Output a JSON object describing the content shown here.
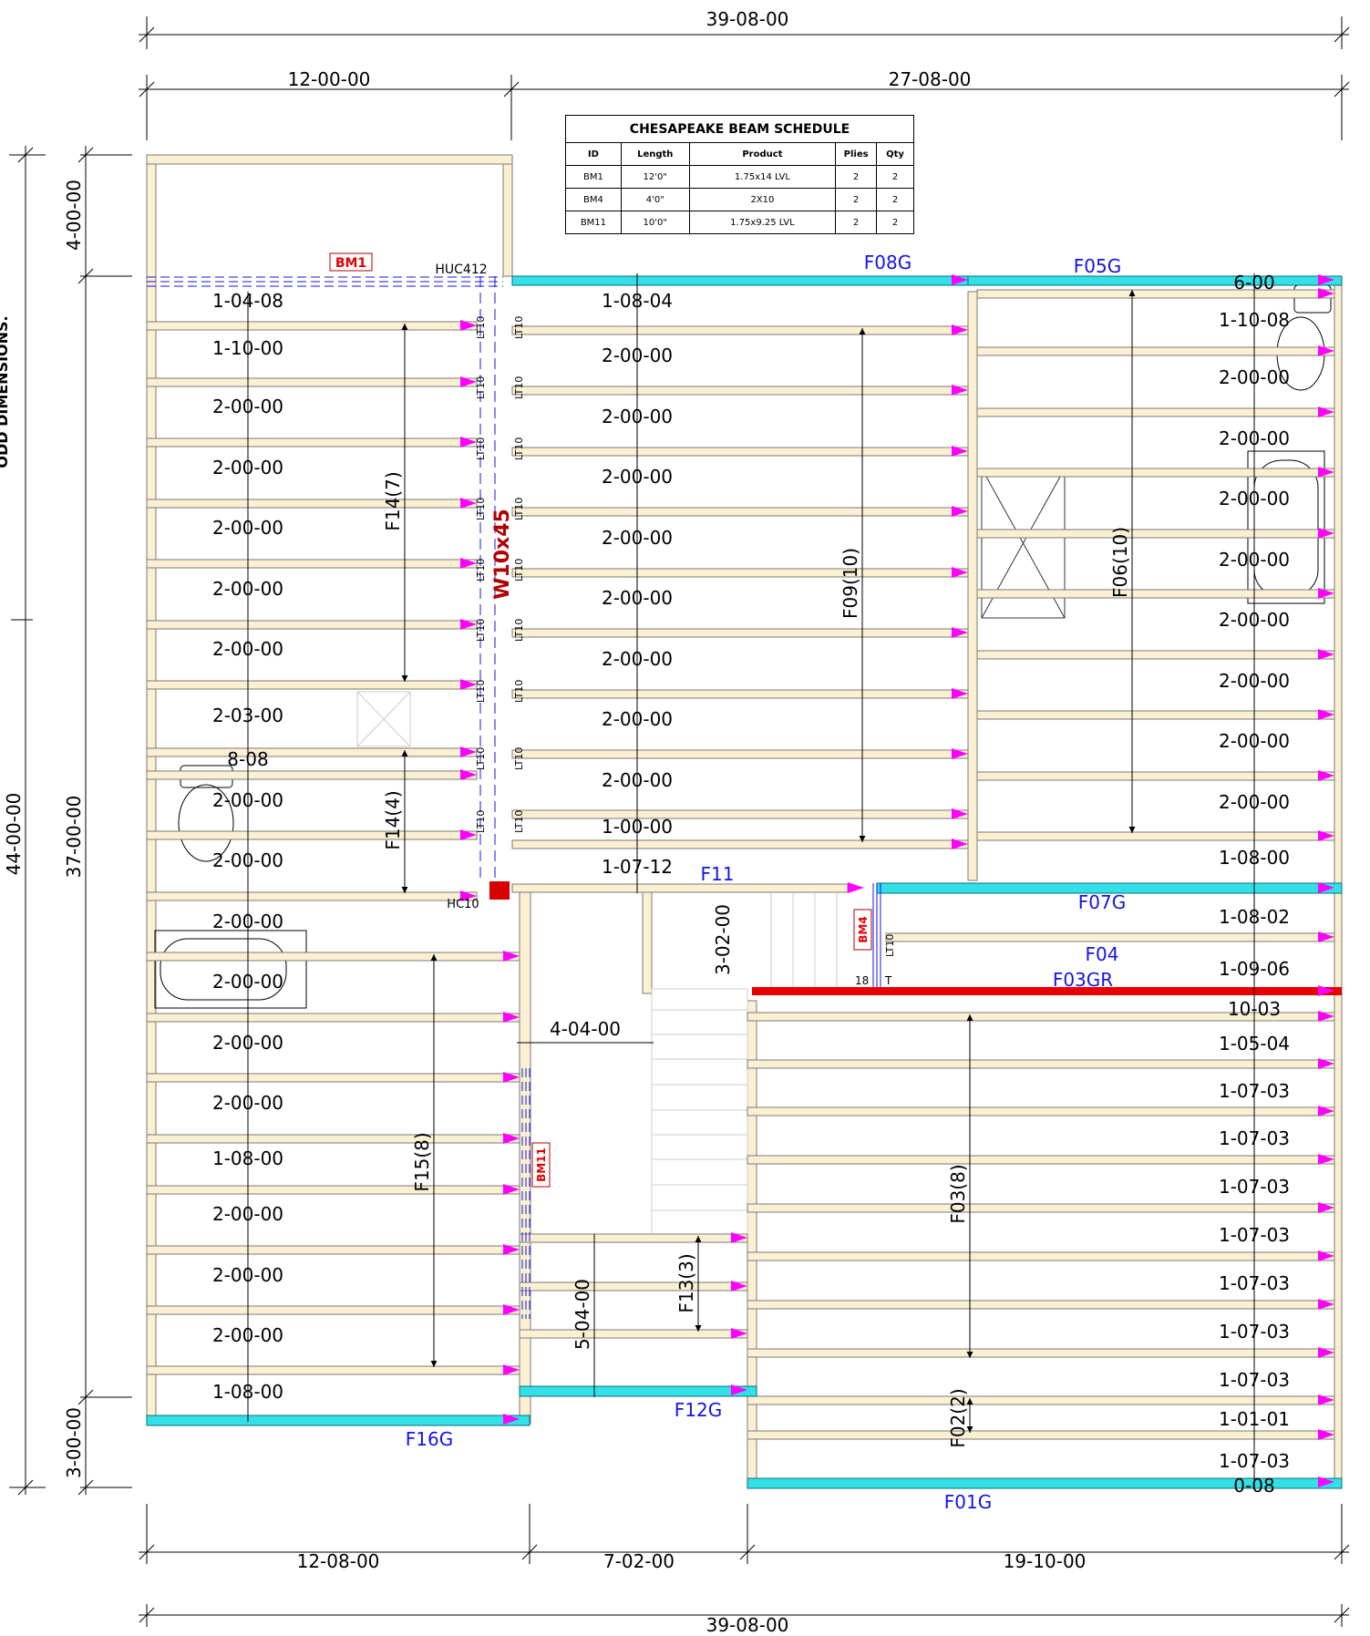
{
  "dimensions": {
    "top_overall": "39-08-00",
    "top_left": "12-00-00",
    "top_right": "27-08-00",
    "bottom_overall": "39-08-00",
    "bottom_1": "12-08-00",
    "bottom_2": "7-02-00",
    "bottom_3": "19-10-00",
    "left_overall": "44-00-00",
    "left_top": "4-00-00",
    "left_mid": "37-00-00",
    "left_bottom": "3-00-00",
    "side_note": "ODD DIMENSIONS."
  },
  "schedule": {
    "title": "CHESAPEAKE BEAM SCHEDULE",
    "headers": [
      "ID",
      "Length",
      "Product",
      "Plies",
      "Qty"
    ],
    "rows": [
      [
        "BM1",
        "12'0\"",
        "1.75x14 LVL",
        "2",
        "2"
      ],
      [
        "BM4",
        "4'0\"",
        "2X10",
        "2",
        "2"
      ],
      [
        "BM11",
        "10'0\"",
        "1.75x9.25 LVL",
        "2",
        "2"
      ]
    ]
  },
  "labels": {
    "bm1": "BM1",
    "bm4": "BM4",
    "bm11": "BM11",
    "w10x45": "W10x45",
    "huc412": "HUC412",
    "hc10": "HC10",
    "f08g": "F08G",
    "f05g": "F05G",
    "f07g": "F07G",
    "f04": "F04",
    "f03gr": "F03GR",
    "f11": "F11",
    "f12g": "F12G",
    "f16g": "F16G",
    "f01g": "F01G",
    "f14_7": "F14(7)",
    "f14_4": "F14(4)",
    "f15_8": "F15(8)",
    "f09_10": "F09(10)",
    "f06_10": "F06(10)",
    "f03_8": "F03(8)",
    "f13_3": "F13(3)",
    "f02_2": "F02(2)",
    "stair_w": "4-04-00",
    "stair_h": "3-02-00",
    "stair_l": "5-04-00",
    "hanger_18": "18",
    "hanger_t": "T",
    "hanger_lt10": "LT10",
    "lt10": "LT10"
  },
  "spacing_left": [
    "1-04-08",
    "1-10-00",
    "2-00-00",
    "2-00-00",
    "2-00-00",
    "2-00-00",
    "2-00-00",
    "2-03-00",
    "8-08",
    "2-00-00",
    "2-00-00",
    "2-00-00",
    "2-00-00",
    "2-00-00",
    "2-00-00",
    "1-08-00",
    "2-00-00",
    "2-00-00",
    "2-00-00",
    "1-08-00"
  ],
  "spacing_mid": [
    "1-08-04",
    "2-00-00",
    "2-00-00",
    "2-00-00",
    "2-00-00",
    "2-00-00",
    "2-00-00",
    "2-00-00",
    "2-00-00",
    "1-00-00",
    "1-07-12"
  ],
  "spacing_right": [
    "6-00",
    "1-10-08",
    "2-00-00",
    "2-00-00",
    "2-00-00",
    "2-00-00",
    "2-00-00",
    "2-00-00",
    "2-00-00",
    "2-00-00",
    "1-08-00",
    "1-08-02",
    "1-09-06",
    "10-03",
    "1-05-04",
    "1-07-03",
    "1-07-03",
    "1-07-03",
    "1-07-03",
    "1-07-03",
    "1-07-03",
    "1-07-03",
    "1-01-01",
    "1-07-03",
    "0-08"
  ],
  "colors": {
    "joist": "#fbf0d2",
    "joist_edge": "#7a7a7a",
    "girder": "#33e0e8",
    "red_beam": "#e60000",
    "arrow": "#ff00ff",
    "label_blue": "#1414e6",
    "label_red": "#b00000"
  }
}
